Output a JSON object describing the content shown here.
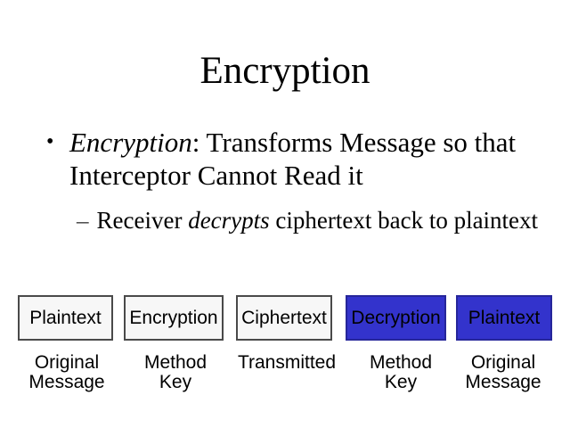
{
  "slide_title": "Encryption",
  "bullet": {
    "marker": "•",
    "term": "Encryption",
    "line1_rest": ": Transforms Message so that",
    "line2": "Interceptor Cannot Read it"
  },
  "sub_bullet": {
    "marker": "–",
    "pre": "Receiver ",
    "emphasis": "decrypts",
    "post": " ciphertext back to plaintext"
  },
  "diagram": {
    "boxes": [
      {
        "label": "Plaintext",
        "variant": "light",
        "caption": "Original\nMessage"
      },
      {
        "label": "Encryption",
        "variant": "light",
        "caption": "Method\nKey"
      },
      {
        "label": "Ciphertext",
        "variant": "light",
        "caption": "Transmitted"
      },
      {
        "label": "Decryption",
        "variant": "blue",
        "caption": "Method\nKey"
      },
      {
        "label": "Plaintext",
        "variant": "blue",
        "caption": "Original\nMessage"
      }
    ],
    "colors": {
      "light_box_fill": "#f7f7f7",
      "light_box_border": "#4a4a4a",
      "blue_box_fill": "#3333cc",
      "blue_box_border": "#26269a",
      "box_text": "#000000"
    }
  }
}
